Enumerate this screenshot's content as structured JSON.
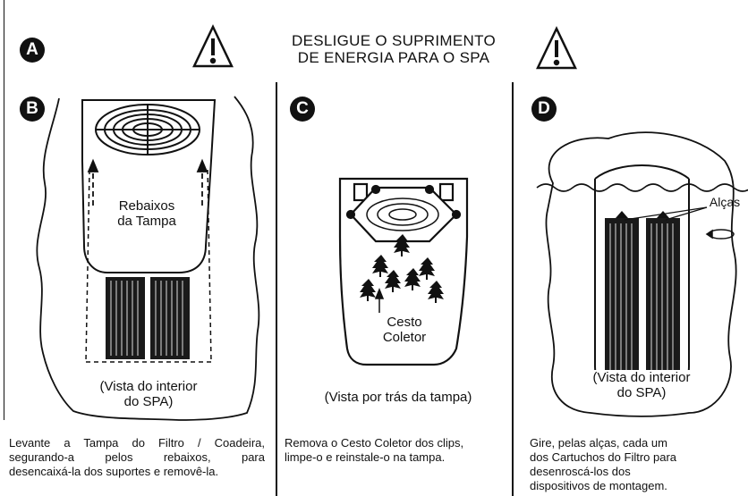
{
  "header": {
    "badge": "A",
    "warning_line1": "DESLIGUE O SUPRIMENTO",
    "warning_line2": "DE ENERGIA PARA O SPA"
  },
  "panel_b": {
    "badge": "B",
    "callout_line1": "Rebaixos",
    "callout_line2": "da Tampa",
    "view_line1": "(Vista do interior",
    "view_line2": "do SPA)",
    "caption_line1": "Levante a Tampa do Filtro / Coadeira,",
    "caption_line2": "segurando-a pelos rebaixos, para",
    "caption_line3": "desencaixá-la dos suportes e removê-la."
  },
  "panel_c": {
    "badge": "C",
    "callout_line1": "Cesto",
    "callout_line2": "Coletor",
    "view_line1": "(Vista por trás da tampa)",
    "caption_line1": "Remova o Cesto Coletor dos clips,",
    "caption_line2": "limpe-o e reinstale-o na tampa."
  },
  "panel_d": {
    "badge": "D",
    "callout_line1": "Alças",
    "view_line1": "(Vista do interior",
    "view_line2": "do SPA)",
    "caption_line1": "Gire, pelas alças, cada um",
    "caption_line2": "dos Cartuchos do Filtro para",
    "caption_line3": "desenroscá-los dos",
    "caption_line4": "dispositivos de montagem."
  }
}
